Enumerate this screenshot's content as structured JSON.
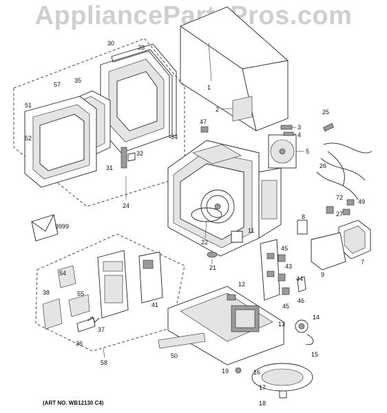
{
  "watermark": "AppliancePartsPros.com",
  "art_number": "(ART NO. WB12130 C4)",
  "parts": [
    {
      "id": "p1",
      "label": "1"
    },
    {
      "id": "p2",
      "label": "2"
    },
    {
      "id": "p3",
      "label": "3"
    },
    {
      "id": "p4",
      "label": "4"
    },
    {
      "id": "p5",
      "label": "5"
    },
    {
      "id": "p7",
      "label": "7"
    },
    {
      "id": "p8",
      "label": "8"
    },
    {
      "id": "p9",
      "label": "9"
    },
    {
      "id": "p11",
      "label": "11"
    },
    {
      "id": "p12",
      "label": "12"
    },
    {
      "id": "p13",
      "label": "13"
    },
    {
      "id": "p14",
      "label": "14"
    },
    {
      "id": "p15",
      "label": "15"
    },
    {
      "id": "p16",
      "label": "16"
    },
    {
      "id": "p17",
      "label": "17"
    },
    {
      "id": "p18",
      "label": "18"
    },
    {
      "id": "p19",
      "label": "19"
    },
    {
      "id": "p21",
      "label": "21"
    },
    {
      "id": "p22",
      "label": "22"
    },
    {
      "id": "p24",
      "label": "24"
    },
    {
      "id": "p25",
      "label": "25"
    },
    {
      "id": "p26",
      "label": "26"
    },
    {
      "id": "p27",
      "label": "27"
    },
    {
      "id": "p28",
      "label": "28"
    },
    {
      "id": "p30",
      "label": "30"
    },
    {
      "id": "p31",
      "label": "31"
    },
    {
      "id": "p32",
      "label": "32"
    },
    {
      "id": "p34",
      "label": "34"
    },
    {
      "id": "p35",
      "label": "35"
    },
    {
      "id": "p36",
      "label": "36"
    },
    {
      "id": "p37",
      "label": "37"
    },
    {
      "id": "p38",
      "label": "38"
    },
    {
      "id": "p41",
      "label": "41"
    },
    {
      "id": "p43",
      "label": "43"
    },
    {
      "id": "p44",
      "label": "44"
    },
    {
      "id": "p45a",
      "label": "45"
    },
    {
      "id": "p45b",
      "label": "45"
    },
    {
      "id": "p46",
      "label": "46"
    },
    {
      "id": "p47",
      "label": "47"
    },
    {
      "id": "p49",
      "label": "49"
    },
    {
      "id": "p50",
      "label": "50"
    },
    {
      "id": "p51",
      "label": "51"
    },
    {
      "id": "p52",
      "label": "52"
    },
    {
      "id": "p54",
      "label": "54"
    },
    {
      "id": "p55",
      "label": "55"
    },
    {
      "id": "p57",
      "label": "57"
    },
    {
      "id": "p58",
      "label": "58"
    },
    {
      "id": "p72",
      "label": "72"
    },
    {
      "id": "p9999",
      "label": "9999"
    }
  ]
}
